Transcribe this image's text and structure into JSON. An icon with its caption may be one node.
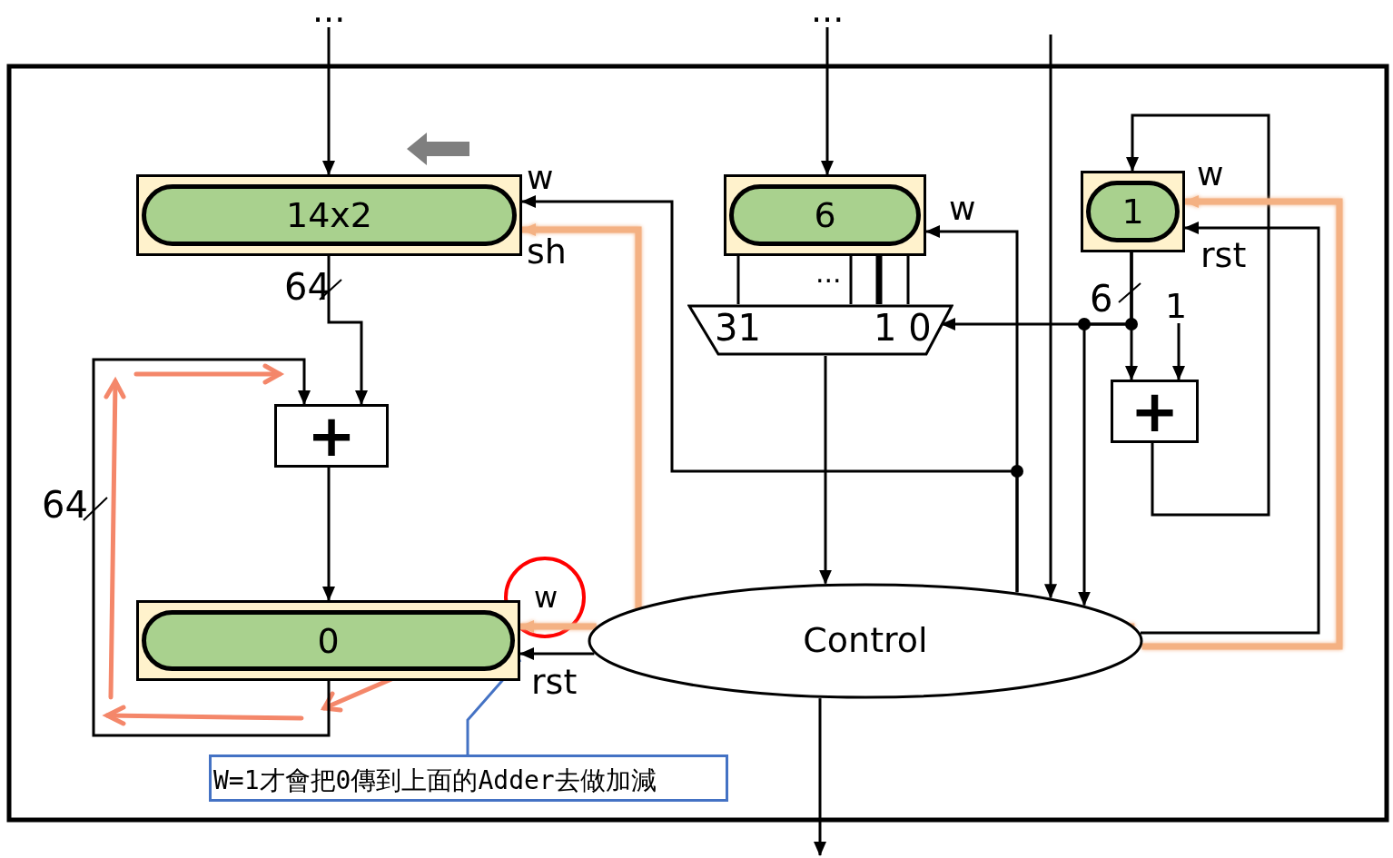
{
  "diagram": {
    "nodes": [
      {
        "text": [
          "..."
        ]
      },
      {
        "text": [
          "..."
        ]
      },
      {
        "text": [
          "14x2"
        ]
      },
      {
        "text": [
          "6"
        ]
      },
      {
        "text": [
          "1"
        ]
      },
      {
        "text": [
          "31",
          "1 0"
        ]
      },
      {
        "text": [
          "1"
        ]
      },
      {
        "text": [
          "+"
        ]
      },
      {
        "text": [
          "+"
        ]
      },
      {
        "text": [
          "0"
        ]
      },
      {
        "text": [
          "Control"
        ]
      },
      {
        "text": [
          "W=1才會把0傳到上面的Adder去做加減"
        ]
      }
    ],
    "edges": [
      {
        "from": 0,
        "to": 2,
        "arrow": "to"
      },
      {
        "from": 1,
        "to": 3,
        "arrow": "to"
      },
      {
        "from": null,
        "to": 10,
        "arrow": "to"
      },
      {
        "from": 10,
        "to": null,
        "arrow": "to"
      },
      {
        "from": 2,
        "to": 8,
        "arrow": "to"
      },
      {
        "from": 9,
        "to": 8,
        "arrow": "to"
      },
      {
        "from": 8,
        "to": 9,
        "arrow": "to"
      },
      {
        "from": 3,
        "to": 5,
        "arrow": "none"
      },
      {
        "from": 3,
        "to": 5,
        "arrow": "none"
      },
      {
        "from": 3,
        "to": 5,
        "arrow": "none",
        "style": "thick"
      },
      {
        "from": 3,
        "to": 5,
        "arrow": "none"
      },
      {
        "from": 5,
        "to": 10,
        "arrow": "to"
      },
      {
        "from": 4,
        "to": 7,
        "arrow": "to"
      },
      {
        "from": 4,
        "to": 5,
        "arrow": "to"
      },
      {
        "from": 4,
        "to": 10,
        "arrow": "to"
      },
      {
        "from": 6,
        "to": 7,
        "arrow": "to"
      },
      {
        "from": 7,
        "to": 4,
        "arrow": "to"
      },
      {
        "from": 10,
        "to": 2,
        "arrow": "to"
      },
      {
        "from": 10,
        "to": 3,
        "arrow": "to"
      },
      {
        "from": 10,
        "to": 2,
        "arrow": "to",
        "style": "thick",
        "color": "#f4b183"
      },
      {
        "from": 10,
        "to": 9,
        "arrow": "to",
        "style": "thick",
        "color": "#f4b183"
      },
      {
        "from": 10,
        "to": 9,
        "arrow": "to"
      },
      {
        "from": 10,
        "to": 4,
        "arrow": "to"
      },
      {
        "from": 10,
        "to": 4,
        "arrow": "to",
        "style": "thick",
        "color": "#f4b183"
      },
      {
        "from": 11,
        "to": 9,
        "arrow": "to",
        "color": "#4472c4"
      }
    ],
    "labels": [
      "w",
      "sh",
      "64",
      "w",
      "w",
      "rst",
      "...",
      "6",
      "64",
      "w",
      "rst"
    ]
  }
}
